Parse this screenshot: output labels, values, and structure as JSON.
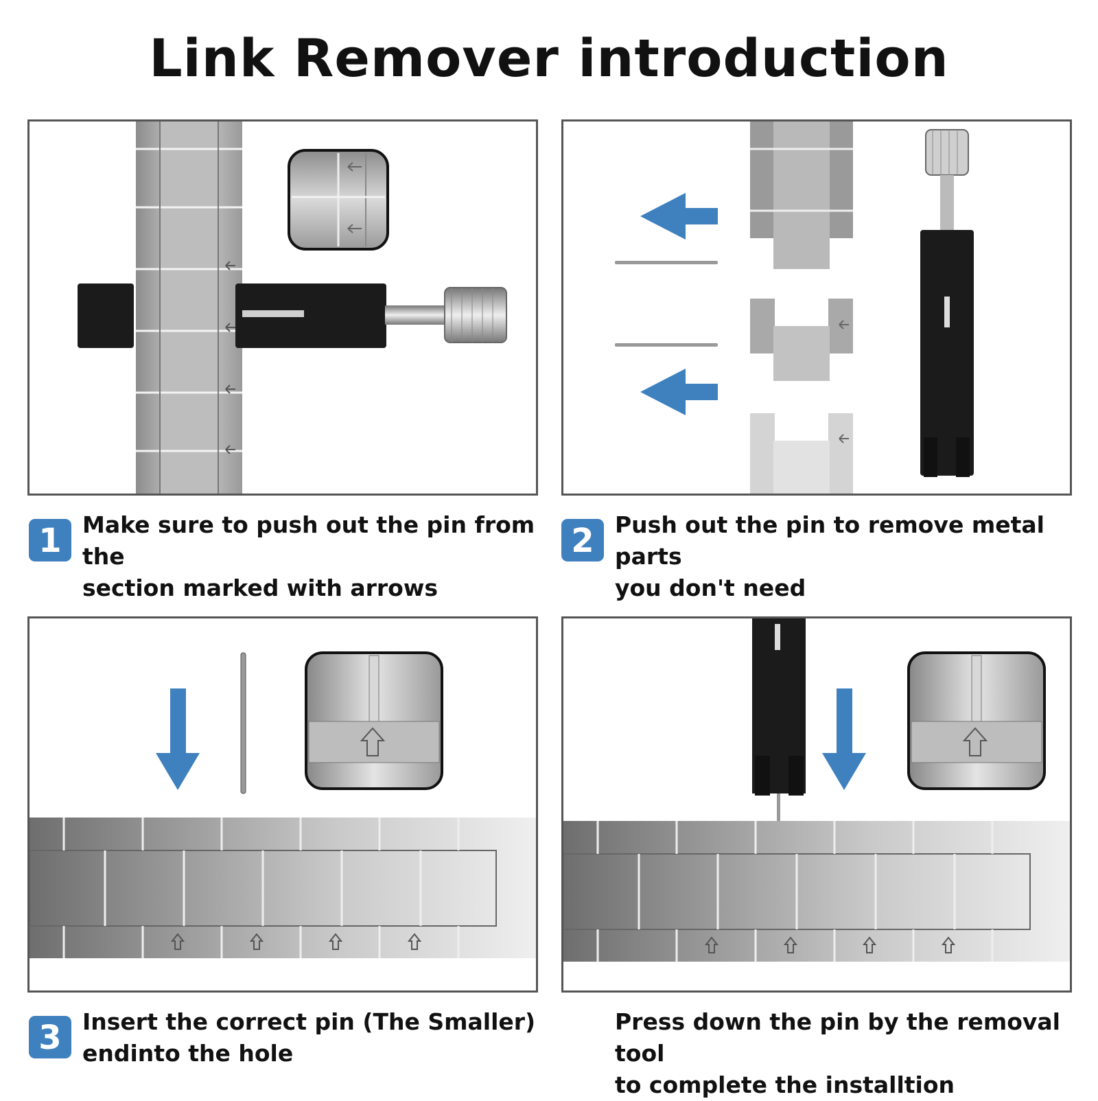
{
  "title": "Link Remover introduction",
  "steps": [
    {
      "number": "1",
      "line1": "Make sure to push out the pin from the",
      "line2": "section marked with arrows"
    },
    {
      "number": "2",
      "line1": "Push out the pin to remove metal parts",
      "line2": "you don't need"
    },
    {
      "number": "3",
      "line1": "Insert the correct pin (The Smaller)",
      "line2": "endinto the hole"
    },
    {
      "number": "",
      "line1": "Press down the pin by the removal tool",
      "line2": "to complete the installtion"
    }
  ],
  "colors": {
    "badge": "#3f80bf",
    "arrow": "#3f80bf",
    "tool": "#1a1a1a",
    "metal": "#b5b5b5"
  },
  "icons": [
    "link-remover-tool-icon",
    "watch-band-icon",
    "pin-icon",
    "arrow-left-icon",
    "arrow-down-icon",
    "zoom-inset-icon"
  ]
}
